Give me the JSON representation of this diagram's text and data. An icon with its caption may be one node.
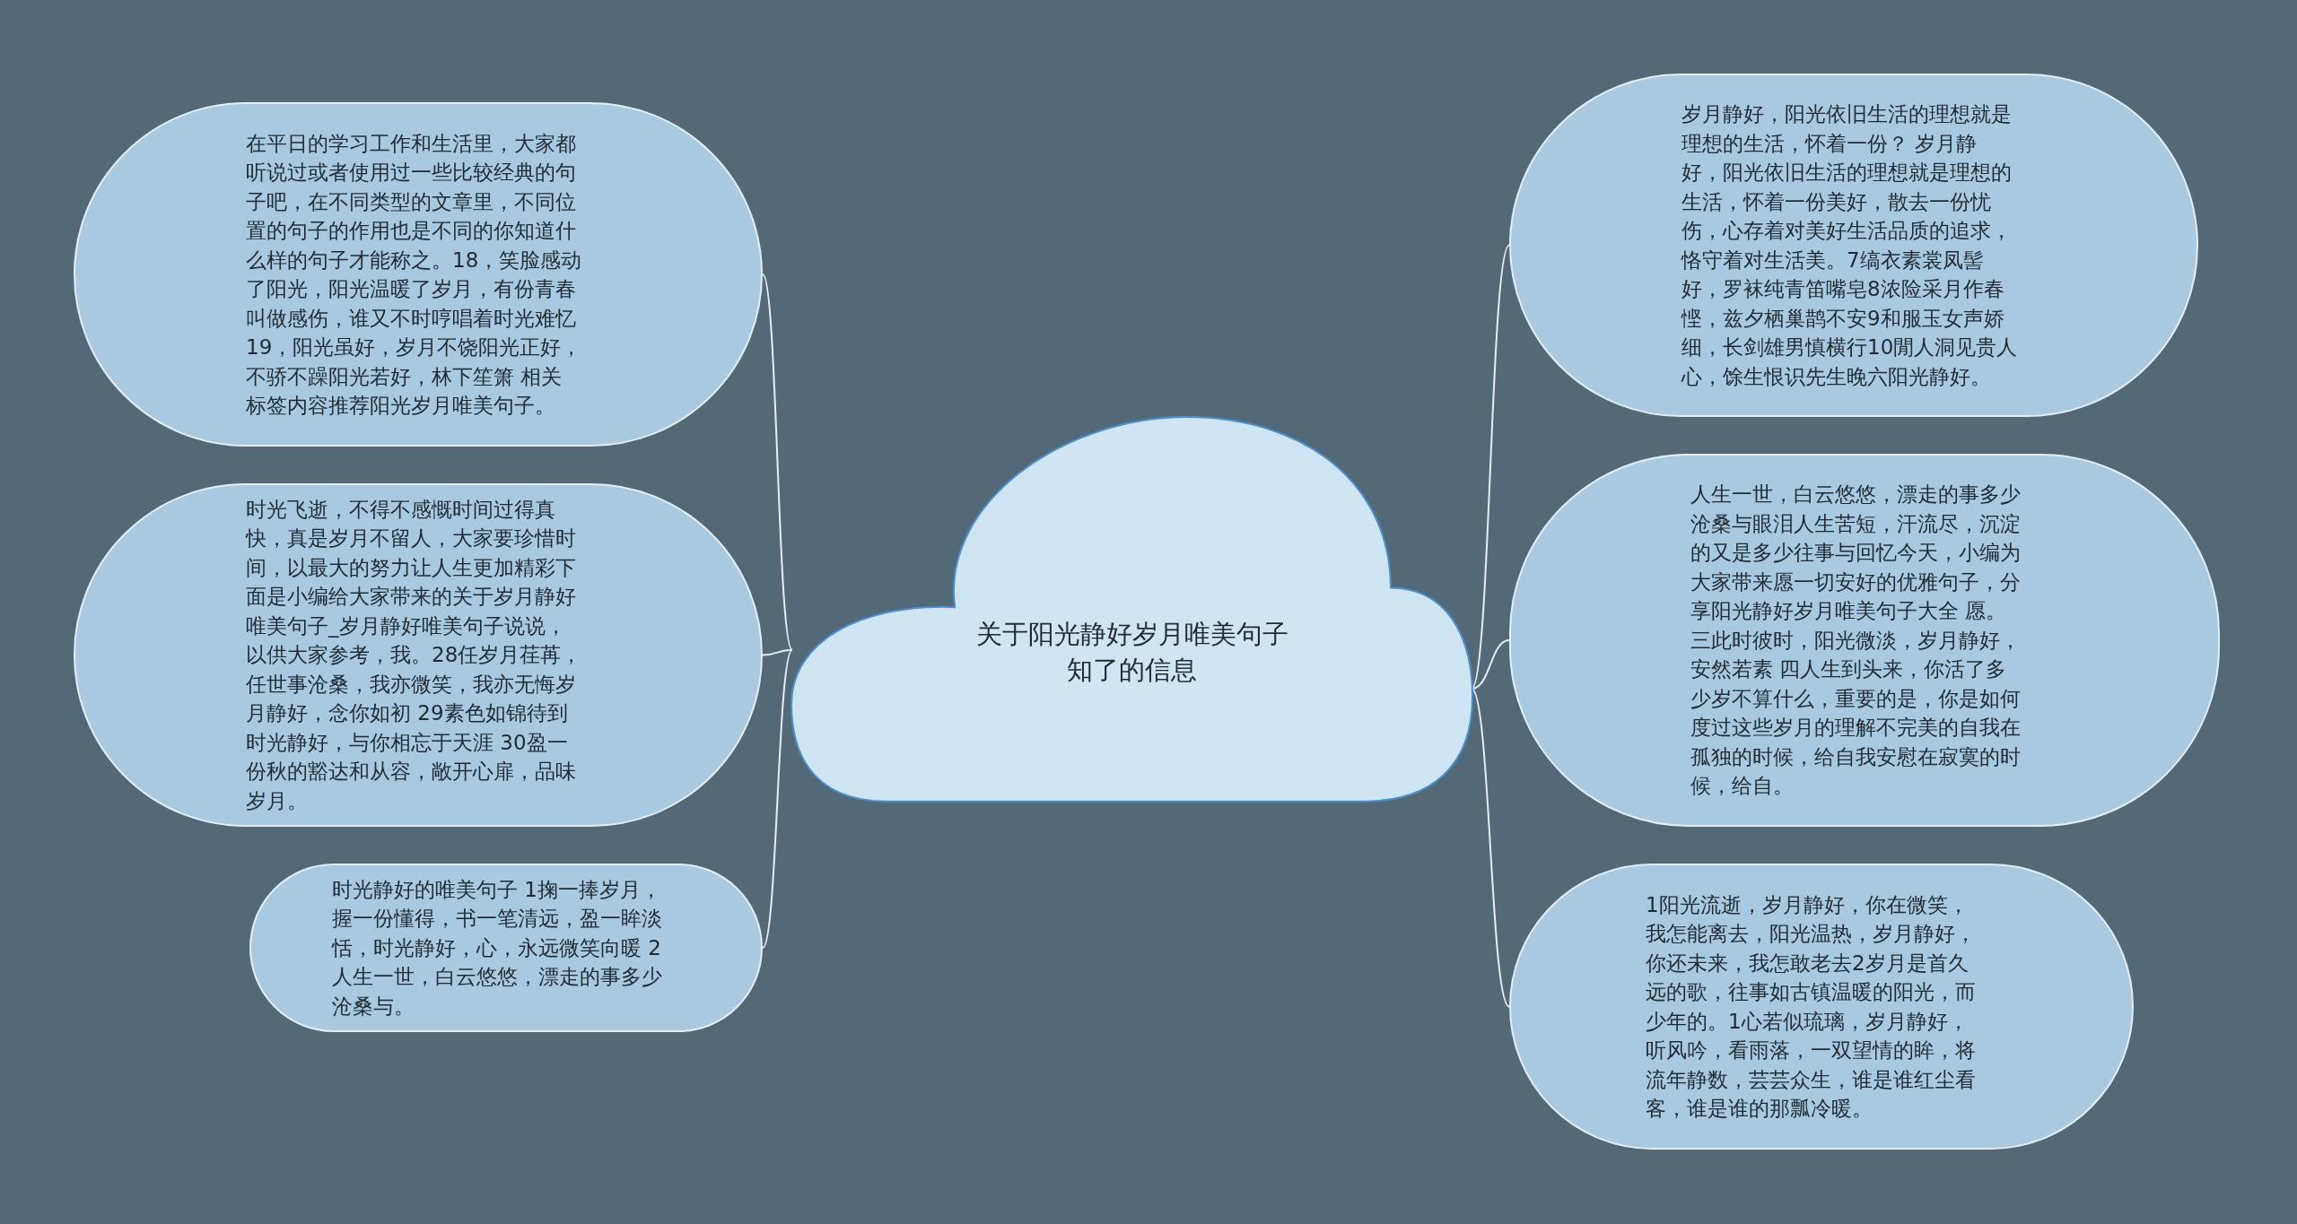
{
  "diagram": {
    "nodes": [
      {
        "text": [
          "关于阳光静好岁月唯美句子知了的信息"
        ]
      },
      {
        "text": [
          "在平日的学习工作和生活里，大家都听说过或者使用过一些比较经典的句子吧，在不同类型的文章里，不同位置的句子的作用也是不同的你知道什么样的句子才能称之。18，笑脸感动了阳光，阳光温暖了岁月，有份青春叫做感伤，谁又不时哼唱着时光难忆 19，阳光虽好，岁月不饶阳光正好，不骄不躁阳光若好，林下笙箫 相关标签内容推荐阳光岁月唯美句子。"
        ]
      },
      {
        "text": [
          "时光飞逝，不得不感慨时间过得真快，真是岁月不留人，大家要珍惜时间，以最大的努力让人生更加精彩下面是小编给大家带来的关于岁月静好唯美句子_岁月静好唯美句子说说，以供大家参考，我。28任岁月荏苒，任世事沧桑，我亦微笑，我亦无悔岁月静好，念你如初 29素色如锦待到时光静好，与你相忘于天涯 30盈一份秋的豁达和从容，敞开心扉，品味岁月。"
        ]
      },
      {
        "text": [
          "时光静好的唯美句子 1掬一捧岁月，握一份懂得，书一笔清远，盈一眸淡恬，时光静好，心，永远微笑向暖 2 人生一世，白云悠悠，漂走的事多少沧桑与。"
        ]
      },
      {
        "text": [
          "岁月静好，阳光依旧生活的理想就是理想的生活，怀着一份？ 岁月静好，阳光依旧生活的理想就是理想的生活，怀着一份美好，散去一份忧伤，心存着对美好生活品质的追求，恪守着对生活美。7缟衣素裳凤髻好，罗袜纯青笛嘴皂8浓险采月作春悭，兹夕栖巢鹊不安9和服玉女声娇细，长剑雄男慎横行10閒人洞见贵人心，馀生恨识先生晚六阳光静好。"
        ]
      },
      {
        "text": [
          "人生一世，白云悠悠，漂走的事多少沧桑与眼泪人生苦短，汗流尽，沉淀的又是多少往事与回忆今天，小编为大家带来愿一切安好的优雅句子，分享阳光静好岁月唯美句子大全 愿。三此时彼时，阳光微淡，岁月静好，安然若素 四人生到头来，你活了多少岁不算什么，重要的是，你是如何度过这些岁月的理解不完美的自我在孤独的时候，给自我安慰在寂寞的时候，给自。"
        ]
      },
      {
        "text": [
          "1阳光流逝，岁月静好，你在微笑，我怎能离去，阳光温热，岁月静好，你还未来，我怎敢老去2岁月是首久远的歌，往事如古镇温暖的阳光，而少年的。1心若似琉璃，岁月静好，听风吟，看雨落，一双望情的眸，将流年静数，芸芸众生，谁是谁红尘看客，谁是谁的那瓢冷暖。"
        ]
      }
    ],
    "edges": [
      {
        "from": 0,
        "to": 1,
        "arrow": "none"
      },
      {
        "from": 0,
        "to": 2,
        "arrow": "none"
      },
      {
        "from": 0,
        "to": 3,
        "arrow": "none"
      },
      {
        "from": 0,
        "to": 4,
        "arrow": "none"
      },
      {
        "from": 0,
        "to": 5,
        "arrow": "none"
      },
      {
        "from": 0,
        "to": 6,
        "arrow": "none"
      }
    ]
  }
}
